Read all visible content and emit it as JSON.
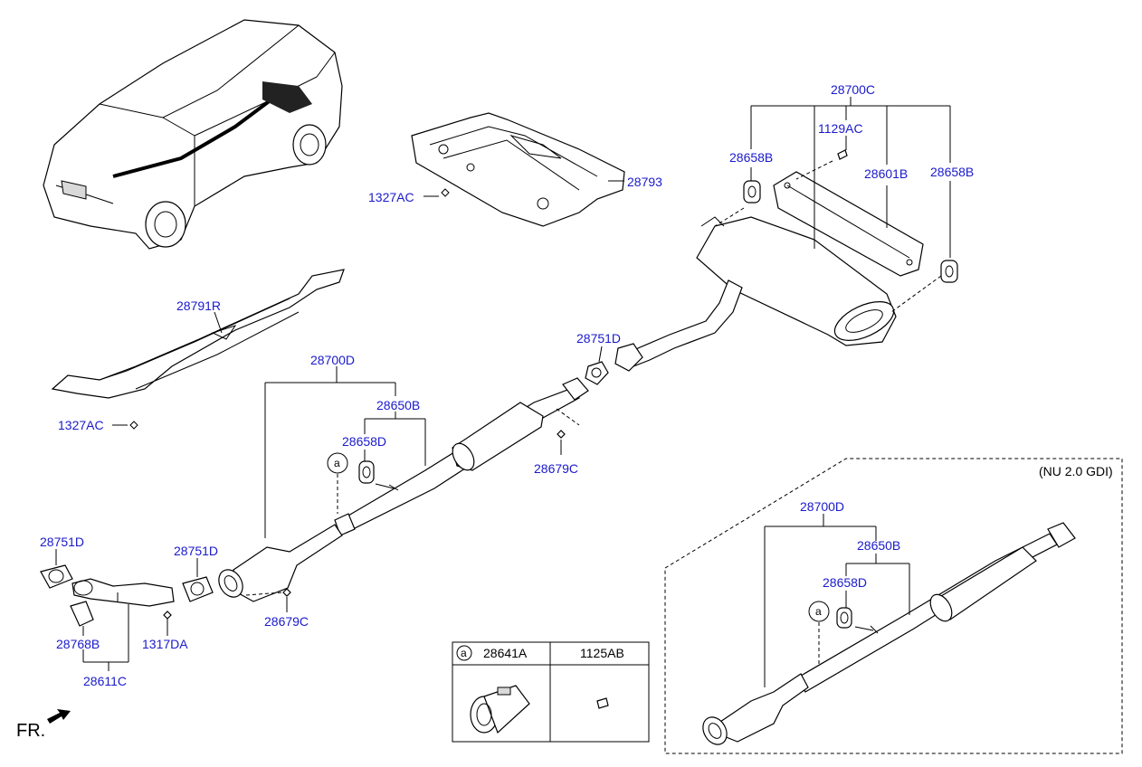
{
  "labels": {
    "l28700c": "28700C",
    "l1129ac": "1129AC",
    "l28658b_left": "28658B",
    "l28601b": "28601B",
    "l28658b_right": "28658B",
    "l28793": "28793",
    "l1327ac_top": "1327AC",
    "l28791r": "28791R",
    "l1327ac_mid": "1327AC",
    "l28751d_top": "28751D",
    "l28700d": "28700D",
    "l28650b": "28650B",
    "l28658d": "28658D",
    "l28679c_right": "28679C",
    "l28751d_left": "28751D",
    "l28751d_mid": "28751D",
    "l28679c_bottom": "28679C",
    "l28768b": "28768B",
    "l1317da": "1317DA",
    "l28611c": "28611C",
    "l28700d_inset": "28700D",
    "l28650b_inset": "28650B",
    "l28658d_inset": "28658D",
    "inset_title": "(NU 2.0 GDI)",
    "table_a": "a",
    "table_col1": "28641A",
    "table_col2": "1125AB",
    "circle_a_main": "a",
    "circle_a_inset": "a",
    "fr": "FR."
  }
}
